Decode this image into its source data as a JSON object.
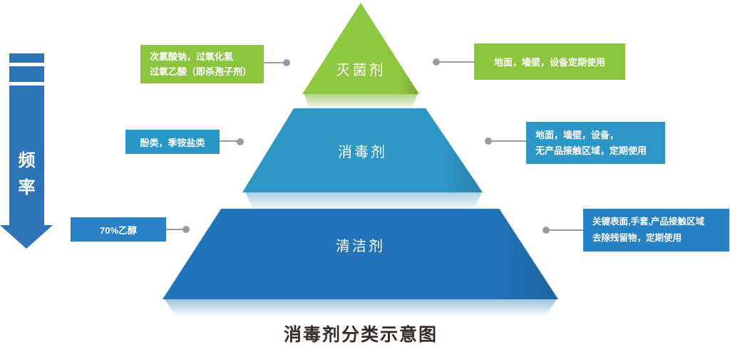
{
  "title": "消毒剂分类示意图",
  "colors": {
    "green": "#8dc63f",
    "tier_mid_blue": "#2e97c6",
    "tier_bottom_blue": "#2173ba",
    "arrow_blue": "#2e75b7",
    "connector_gray": "#9b9b9b",
    "title_color": "#342b28"
  },
  "frequency_arrow": {
    "label": "频率",
    "chars": [
      "频",
      "率"
    ]
  },
  "pyramid": {
    "tiers": [
      {
        "id": "sterilant",
        "label": "灭菌剂",
        "color": "#8dc63f"
      },
      {
        "id": "disinfectant",
        "label": "消毒剂",
        "color": "#2e97c6"
      },
      {
        "id": "cleaner",
        "label": "清洁剂",
        "color": "#2173ba"
      }
    ]
  },
  "annotations": {
    "left": [
      {
        "lines": [
          "次氯酸钠，过氧化氢",
          "过氧乙酸（即杀孢子剂）"
        ],
        "color": "#8bc53e"
      },
      {
        "lines": [
          "酚类，季铵盐类"
        ],
        "color": "#2695c7"
      },
      {
        "lines": [
          "70%乙醇"
        ],
        "color": "#2a80c4"
      }
    ],
    "right": [
      {
        "lines": [
          "地面，墙壁，设备定期使用"
        ],
        "color": "#8bc53e"
      },
      {
        "lines": [
          "地面，墙壁，设备，",
          "无产品接触区域，定期使用"
        ],
        "color": "#2d96c6"
      },
      {
        "lines": [
          "关键表面,手套,产品接触区域",
          "去除残留物，定期使用"
        ],
        "color": "#2580c4"
      }
    ]
  }
}
